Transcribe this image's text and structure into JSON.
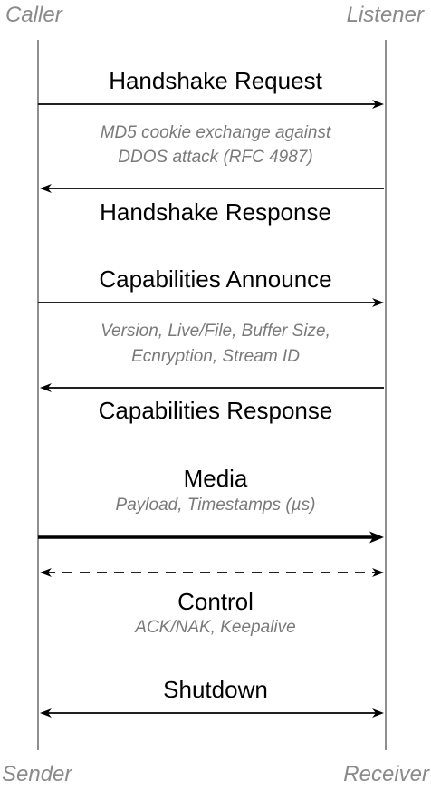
{
  "participants": {
    "top_left": "Caller",
    "top_right": "Listener",
    "bottom_left": "Sender",
    "bottom_right": "Receiver"
  },
  "messages": {
    "handshake_request": "Handshake Request",
    "handshake_note_1": "MD5 cookie exchange against",
    "handshake_note_2": "DDOS attack (RFC 4987)",
    "handshake_response": "Handshake Response",
    "capabilities_announce": "Capabilities Announce",
    "capabilities_note_1": "Version, Live/File, Buffer Size,",
    "capabilities_note_2": "Ecnryption, Stream ID",
    "capabilities_response": "Capabilities Response",
    "media": "Media",
    "media_note": "Payload, Timestamps (µs)",
    "control": "Control",
    "control_note": "ACK/NAK, Keepalive",
    "shutdown": "Shutdown"
  },
  "arrows": [
    {
      "name": "handshake-request-arrow",
      "direction": "right",
      "style": "solid"
    },
    {
      "name": "handshake-response-arrow",
      "direction": "left",
      "style": "solid"
    },
    {
      "name": "capabilities-announce-arrow",
      "direction": "right",
      "style": "solid"
    },
    {
      "name": "capabilities-response-arrow",
      "direction": "left",
      "style": "solid"
    },
    {
      "name": "media-arrow",
      "direction": "right",
      "style": "bold"
    },
    {
      "name": "control-arrow",
      "direction": "both",
      "style": "dashed"
    },
    {
      "name": "shutdown-arrow",
      "direction": "both",
      "style": "solid"
    }
  ],
  "colors": {
    "line": "#000000",
    "lifeline": "#555555",
    "participant_text": "#8a8a8a",
    "note_text": "#7a7a7a"
  }
}
